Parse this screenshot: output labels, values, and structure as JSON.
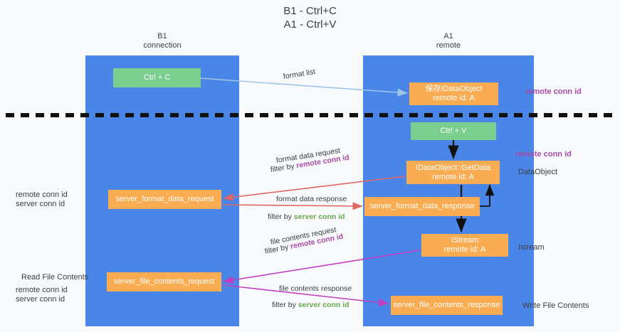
{
  "title": "B1 - Ctrl+C\nA1 - Ctrl+V",
  "columns": {
    "left": {
      "name": "B1",
      "role": "connection",
      "header": "B1\nconnection"
    },
    "right": {
      "name": "A1",
      "role": "remote",
      "header": "A1\nremote"
    }
  },
  "colors": {
    "lane": "#4a86e8",
    "green_node": "#7bcf8e",
    "orange_node": "#f9ac52",
    "remote_conn_id": "#a64ca6",
    "server_conn_id": "#6aa84f",
    "format_arrow": "#e06666",
    "file_arrow": "#c23fc2",
    "format_list_arrow": "#9fc5e8",
    "flow_arrow": "#111111",
    "divider": "#111111",
    "background": "#f8f9fa"
  },
  "nodes": [
    {
      "id": "ctrl-c",
      "lane": "left",
      "type": "green",
      "line1": "Ctrl + C",
      "line2": ""
    },
    {
      "id": "save-idataobject",
      "lane": "right",
      "type": "orange",
      "line1": "保存IDataObject",
      "line2": "remote id: A"
    },
    {
      "id": "ctrl-v",
      "lane": "right",
      "type": "green",
      "line1": "Ctrl + V",
      "line2": ""
    },
    {
      "id": "idataobject-getdata",
      "lane": "right",
      "type": "orange",
      "line1": "IDataObject::GetData",
      "line2": "remote id: A"
    },
    {
      "id": "server-format-data-request",
      "lane": "left",
      "type": "orange",
      "line1": "server_format_data_request",
      "line2": ""
    },
    {
      "id": "server-format-data-response",
      "lane": "right",
      "type": "orange",
      "line1": "server_format_data_response",
      "line2": ""
    },
    {
      "id": "istream",
      "lane": "right",
      "type": "orange",
      "line1": "IStream",
      "line2": "remote id: A"
    },
    {
      "id": "server-file-contents-request",
      "lane": "left",
      "type": "orange",
      "line1": "server_file_contents_request",
      "line2": ""
    },
    {
      "id": "server-file-contents-response",
      "lane": "right",
      "type": "orange",
      "line1": "server_file_contents_response",
      "line2": ""
    }
  ],
  "edge_labels": {
    "format_list": "format list",
    "format_data_request": "format data request",
    "format_data_request_filter_prefix": "filter by ",
    "format_data_request_filter_key": "remote conn id",
    "format_data_response": "format data response",
    "format_data_response_filter_prefix": "filter by ",
    "format_data_response_filter_key": "server conn id",
    "file_contents_request": "file contents request",
    "file_contents_request_filter_prefix": "filter by ",
    "file_contents_request_filter_key": "remote conn id",
    "file_contents_response": "file contents response",
    "file_contents_response_filter_prefix": "filter by ",
    "file_contents_response_filter_key": "server conn id"
  },
  "side_labels": {
    "right_remote_conn_id_top": "remote conn id",
    "right_remote_conn_id_mid": "remote conn id",
    "dataobject": "DataObject",
    "istream": "Istream",
    "write_file_contents": "Write File Contents",
    "read_file_contents": "Read File Contents",
    "left_pair_remote": "remote conn id",
    "left_pair_server": "server conn id"
  }
}
